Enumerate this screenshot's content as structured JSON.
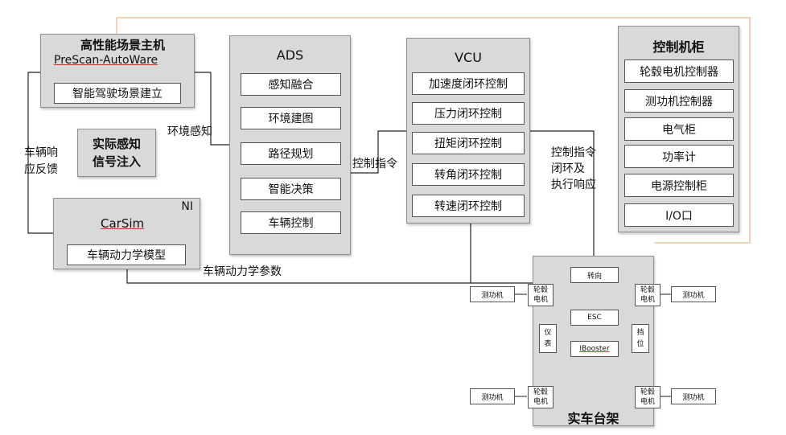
{
  "host": {
    "title": "高性能场景主机",
    "subtitle": "PreScan-AutoWare",
    "item": "智能驾驶场景建立"
  },
  "sensor_injection": "实际感知\n信号注入",
  "ni": {
    "tag": "NI",
    "title": "CarSim",
    "item": "车辆动力学模型"
  },
  "ads": {
    "title": "ADS",
    "items": [
      "感知融合",
      "环境建图",
      "路径规划",
      "智能决策",
      "车辆控制"
    ]
  },
  "vcu": {
    "title": "VCU",
    "items": [
      "加速度闭环控制",
      "压力闭环控制",
      "扭矩闭环控制",
      "转角闭环控制",
      "转速闭环控制"
    ]
  },
  "cabinet": {
    "title": "控制机柜",
    "items": [
      "轮毂电机控制器",
      "测功机控制器",
      "电气柜",
      "功率计",
      "电源控制柜",
      "I/O口"
    ]
  },
  "labels": {
    "vehicle_feedback": "车辆响\n应反馈",
    "env_perception": "环境感知",
    "control_cmd": "控制指令",
    "control_loop": "控制指令\n闭环及\n执行响应",
    "vehicle_dynamics_params": "车辆动力学参数"
  },
  "rig": {
    "title": "实车台架",
    "steering": "转向",
    "esc": "ESC",
    "ibooster": "IBooster",
    "instrument": "仪\n表",
    "gear": "挡\n位",
    "hub_motor": "轮毂\n电机",
    "dyno": "测功机"
  },
  "colors": {
    "panel": "#d9d9d9",
    "line": "#222222",
    "accent_line": "#f0b48c"
  }
}
